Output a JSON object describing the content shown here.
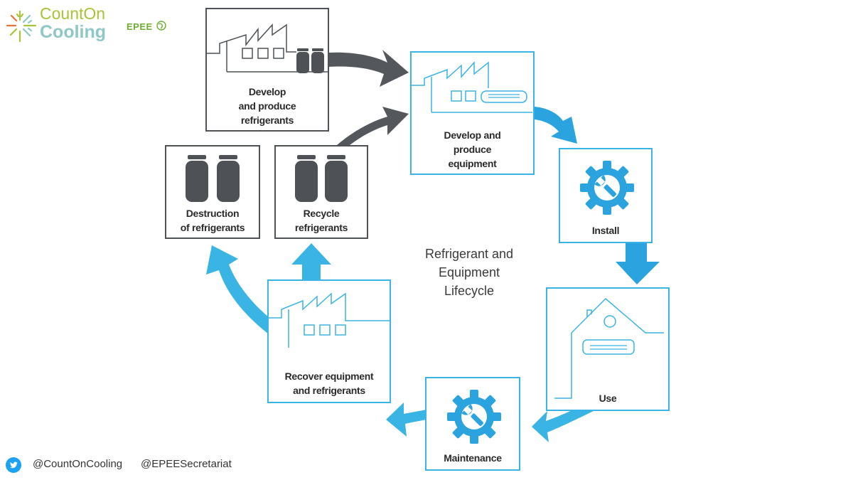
{
  "brand": {
    "countoncooling_line1": "CountOn",
    "countoncooling_line2": "Cooling",
    "epee": "EPEE"
  },
  "diagram": {
    "center_title": [
      "Refrigerant and",
      "Equipment",
      "Lifecycle"
    ],
    "steps": {
      "develop_refrigerants": [
        "Develop",
        "and produce",
        "refrigerants"
      ],
      "develop_equipment": [
        "Develop and",
        "produce",
        "equipment"
      ],
      "install": [
        "Install"
      ],
      "use": [
        "Use"
      ],
      "maintenance": [
        "Maintenance"
      ],
      "recover": [
        "Recover equipment",
        "and refrigerants"
      ],
      "recycle": [
        "Recycle",
        "refrigerants"
      ],
      "destruction": [
        "Destruction",
        "of refrigerants"
      ]
    }
  },
  "footer": {
    "handle_1": "@CountOnCooling",
    "handle_2": "@EPEESecretariat"
  },
  "colors": {
    "dark_arrow": "#54585c",
    "blue_arrow": "#3ab4e4",
    "blue_line": "#3ab4e4",
    "dark_line": "#4e5256",
    "logo_green": "#a6c436",
    "logo_teal": "#8fc7c6",
    "twitter_blue": "#1da1f2"
  }
}
